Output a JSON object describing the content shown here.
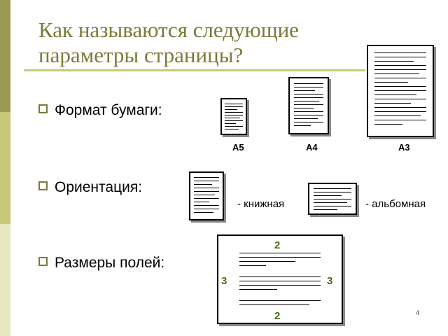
{
  "title": "Как называются следующие параметры страницы?",
  "bullets": [
    {
      "text": "Формат бумаги:"
    },
    {
      "text": "Ориентация:"
    },
    {
      "text": "Размеры полей:"
    }
  ],
  "paper_formats": [
    "A5",
    "A4",
    "A3"
  ],
  "orientation": {
    "portrait_label": "- книжная",
    "landscape_label": "- альбомная"
  },
  "margins": {
    "top": "2",
    "bottom": "2",
    "left": "3",
    "right": "3"
  },
  "slide_number": "4"
}
